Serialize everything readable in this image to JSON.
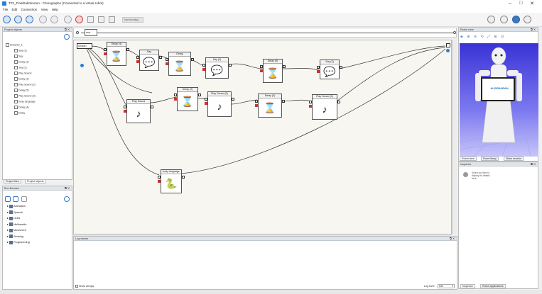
{
  "window": {
    "title": "TP1_FinalSubmission - Choregraphe (Connected to a virtual robot)",
    "controls": [
      "–",
      "□",
      "✕"
    ]
  },
  "menu": [
    "File",
    "Edit",
    "Connection",
    "View",
    "Help"
  ],
  "toolbar": {
    "status": "Not running"
  },
  "breadcrumb": {
    "root": "root"
  },
  "project_objects": {
    "title": "Project objects",
    "items": [
      {
        "label": "behavior_1",
        "indent": 0
      },
      {
        "label": "Say (3)",
        "indent": 1
      },
      {
        "label": "Say",
        "indent": 1
      },
      {
        "label": "Delay (2)",
        "indent": 1
      },
      {
        "label": "Say (2)",
        "indent": 1
      },
      {
        "label": "Play Sound",
        "indent": 1
      },
      {
        "label": "Delay (3)",
        "indent": 1
      },
      {
        "label": "Play Sound (2)",
        "indent": 1
      },
      {
        "label": "Delay (5)",
        "indent": 1
      },
      {
        "label": "Play Sound (3)",
        "indent": 1
      },
      {
        "label": "body language",
        "indent": 1
      },
      {
        "label": "Delay (4)",
        "indent": 1
      },
      {
        "label": "Delay",
        "indent": 1
      }
    ],
    "tabs": [
      "Project files",
      "Project objects"
    ]
  },
  "box_libraries": {
    "title": "Box libraries",
    "items": [
      "Animation",
      "Speech",
      "LEDs",
      "Multimedia",
      "Movement",
      "Sensing",
      "Programming"
    ]
  },
  "canvas": {
    "onstart_label": "onStart",
    "boxes": [
      {
        "id": "delay4",
        "label": "Delay (4)",
        "icon": "⌛"
      },
      {
        "id": "say",
        "label": "Say",
        "icon": "💬"
      },
      {
        "id": "delay",
        "label": "Delay",
        "icon": "⌛"
      },
      {
        "id": "say2",
        "label": "Say (2)",
        "icon": "💬"
      },
      {
        "id": "delay5",
        "label": "Delay (5)",
        "icon": "⌛"
      },
      {
        "id": "say3",
        "label": "Say (3)",
        "icon": "💬"
      },
      {
        "id": "playsound",
        "label": "Play Sound",
        "icon": "♪"
      },
      {
        "id": "delay2",
        "label": "Delay (2)",
        "icon": "⌛"
      },
      {
        "id": "playsound2",
        "label": "Play Sound (2)",
        "icon": "♪"
      },
      {
        "id": "delay3",
        "label": "Delay (3)",
        "icon": "⌛"
      },
      {
        "id": "playsound3",
        "label": "Play Sound (3)",
        "icon": "♪"
      },
      {
        "id": "bodylang",
        "label": "body language",
        "icon": "🐍"
      }
    ]
  },
  "robot_view": {
    "title": "Robot view",
    "screen_brand": "ALDEBARAN",
    "tabs": [
      "Robot view",
      "Pose library",
      "Video monitor"
    ]
  },
  "inspector": {
    "title": "Inspector",
    "hint": "Select an item to display its details here.",
    "tabs": [
      "Inspector",
      "Robot applications"
    ]
  },
  "log_viewer": {
    "title": "Log viewer",
    "show_all_logs": "Show all logs",
    "log_level_label": "Log level",
    "log_level_value": "Info"
  }
}
